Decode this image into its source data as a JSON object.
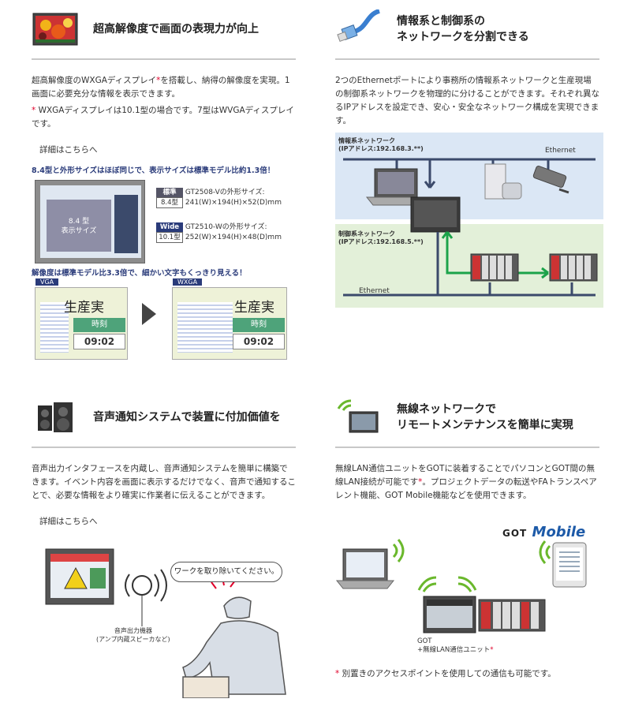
{
  "s1": {
    "title": "超高解像度で画面の表現力が向上",
    "p1_a": "超高解像度のWXGAディスプレイ",
    "p1_star": "*",
    "p1_b": "を搭載し、納得の解像度を実現。1画面に必要充分な情報を表示できます。",
    "p2_star": "*",
    "p2": " WXGAディスプレイは10.1型の場合です。7型はWVGAディスプレイです。",
    "link": "詳細はこちらへ",
    "fig": {
      "cap1": "8.4型と外形サイズはほぼ同じで、表示サイズは標準モデル比約1.3倍！",
      "screen_label_1": "8.4 型",
      "screen_label_2": "表示サイズ",
      "std_badge": "標準",
      "std_size": "8.4型",
      "std_model": "GT2508-Vの外形サイズ:",
      "std_dims": "241(W)×194(H)×52(D)mm",
      "wide_badge": "Wide",
      "wide_size": "10.1型",
      "wide_model": "GT2510-Wの外形サイズ:",
      "wide_dims": "252(W)×194(H)×48(D)mm",
      "cap2": "解像度は標準モデル比3.3倍で、細かい文字もくっきり見える！",
      "vga": "VGA",
      "wxga": "WXGA",
      "big_text": "生産実",
      "green_text": "時刻",
      "time": "09:02"
    }
  },
  "s2": {
    "title1": "情報系と制御系の",
    "title2": "ネットワークを分割できる",
    "p1": "2つのEthernetポートにより事務所の情報系ネットワークと生産現場の制御系ネットワークを物理的に分けることができます。それぞれ異なるIPアドレスを設定でき、安心・安全なネットワーク構成を実現できます。",
    "fig": {
      "info_net": "情報系ネットワーク",
      "info_ip": "(IPアドレス:192.168.3.**)",
      "ctrl_net": "制御系ネットワーク",
      "ctrl_ip": "(IPアドレス:192.168.5.**)",
      "eth_top": "Ethernet",
      "eth_bot": "Ethernet"
    }
  },
  "s3": {
    "title": "音声通知システムで装置に付加価値を",
    "p1": "音声出力インタフェースを内蔵し、音声通知システムを簡単に構築できます。イベント内容を画面に表示するだけでなく、音声で通知することで、必要な情報をより確実に作業者に伝えることができます。",
    "link": "詳細はこちらへ",
    "fig": {
      "bubble": "ワークを取り除いてください。",
      "spk1": "音声出力機器",
      "spk2": "(アンプ内蔵スピーカなど)"
    }
  },
  "s4": {
    "title1": "無線ネットワークで",
    "title2": "リモートメンテナンスを簡単に実現",
    "p1_a": "無線LAN通信ユニットをGOTに装着することでパソコンとGOT間の無線LAN接続が可能です",
    "p1_star": "*",
    "p1_b": "。プロジェクトデータの転送やFAトランスペアレント機能、GOT Mobile機能などを使用できます。",
    "fig": {
      "logo_got": "GOT",
      "logo_mobile": "Mobile",
      "got1": "GOT",
      "got2": "+無線LAN通信ユニット",
      "got_star": "*"
    },
    "note_star": "*",
    "note": " 別置きのアクセスポイントを使用しての通信も可能です。"
  },
  "colors": {
    "accent_red": "#e0002a",
    "navy": "#2a3b7a",
    "rule": "#c8c8c8"
  }
}
